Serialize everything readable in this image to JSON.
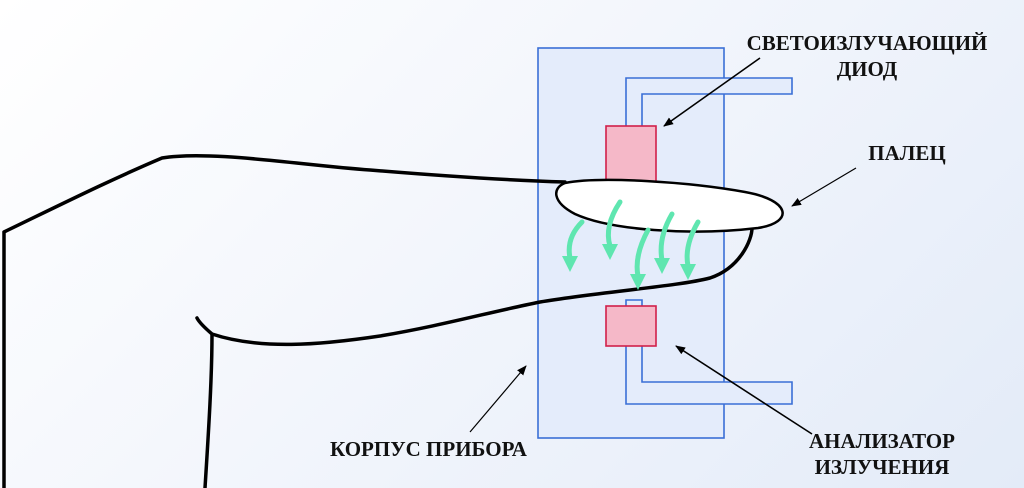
{
  "labels": {
    "led_line1": "СВЕТОИЗЛУЧАЮЩИЙ",
    "led_line2": "ДИОД",
    "finger": "ПАЛЕЦ",
    "analyzer_line1": "АНАЛИЗАТОР",
    "analyzer_line2": "ИЗЛУЧЕНИЯ",
    "housing": "КОРПУС ПРИБОРА"
  },
  "colors": {
    "housing_fill": "#e4ecfb",
    "housing_stroke": "#3a6fd6",
    "emitter_fill": "#f5b8c8",
    "emitter_stroke": "#d0204a",
    "light_arrows": "#5fe6b0",
    "outline": "#000000"
  }
}
